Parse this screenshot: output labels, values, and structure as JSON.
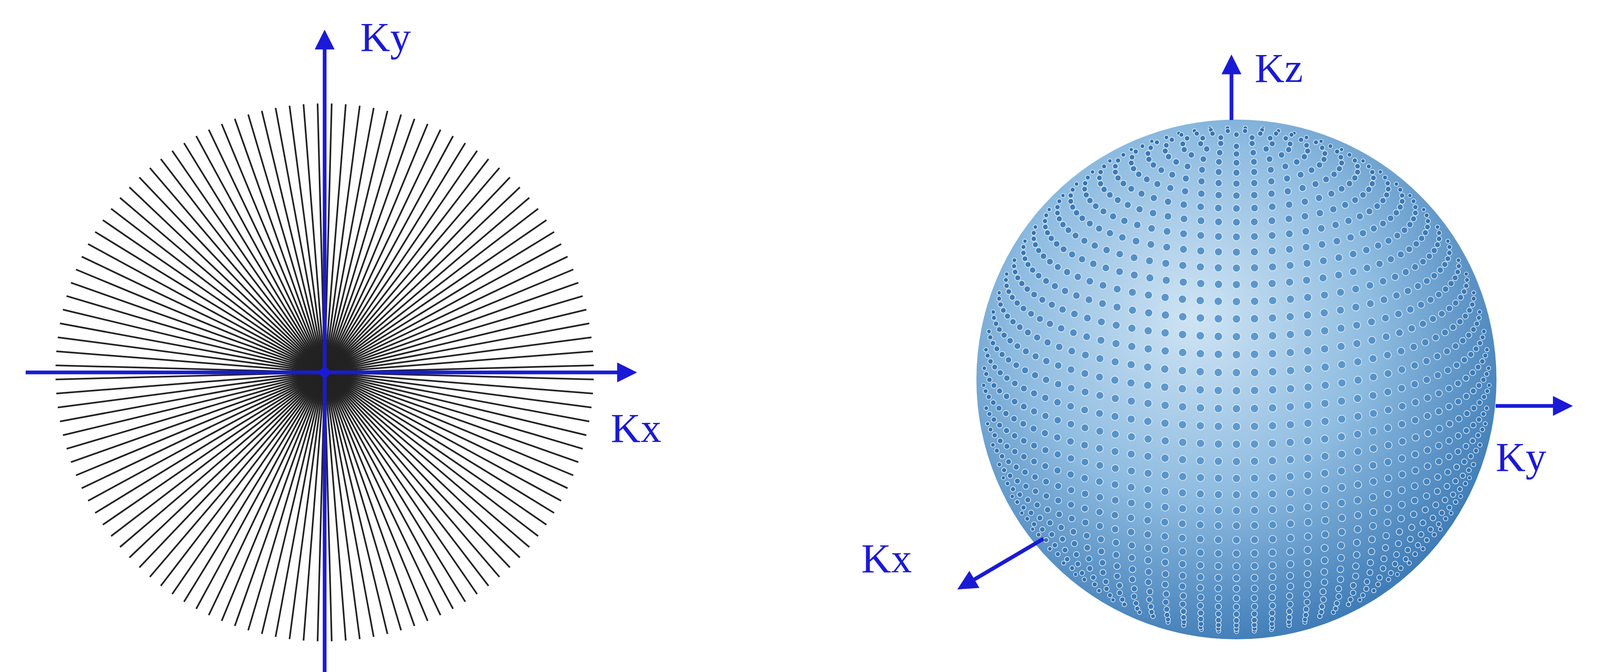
{
  "diagram": {
    "labels": [
      "Ky",
      "Kx",
      "Kz",
      "Ky",
      "Kx"
    ]
  }
}
